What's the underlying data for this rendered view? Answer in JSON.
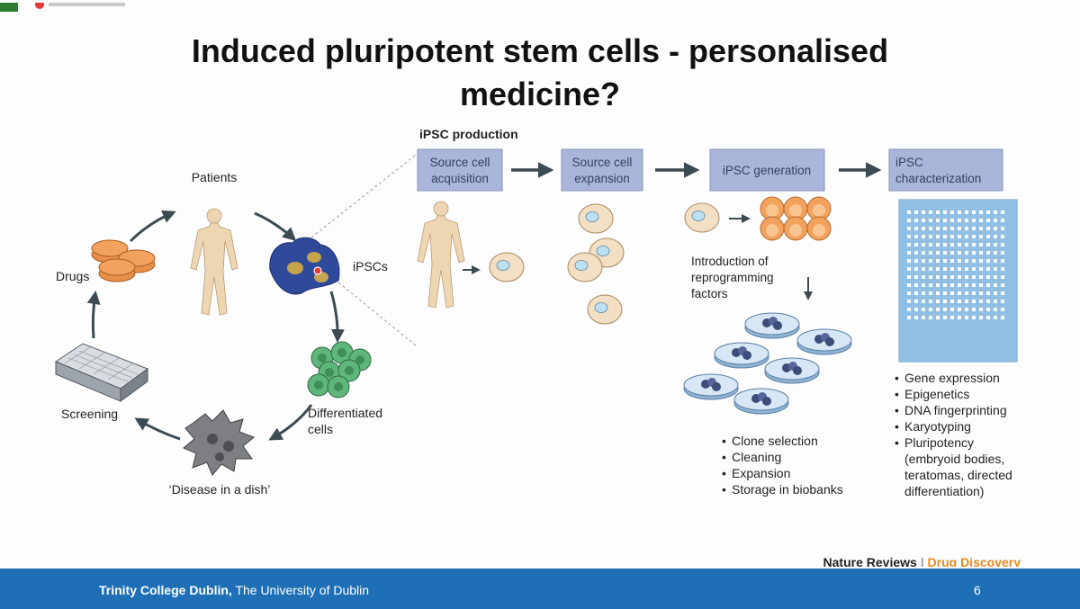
{
  "slide": {
    "title_line1": "Induced pluripotent stem cells - personalised",
    "title_line2": "medicine?",
    "footer_org_bold": "Trinity College Dublin,",
    "footer_org_rest": " The University of Dublin",
    "page_number": "6"
  },
  "cycle": {
    "patients": "Patients",
    "ipscs": "iPSCs",
    "differentiated_1": "Differentiated",
    "differentiated_2": "cells",
    "disease": "‘Disease in a dish’",
    "screening": "Screening",
    "drugs": "Drugs"
  },
  "production": {
    "header": "iPSC production",
    "steps": [
      {
        "line1": "Source cell",
        "line2": "acquisition"
      },
      {
        "line1": "Source cell",
        "line2": "expansion"
      },
      {
        "line1": "iPSC generation",
        "line2": ""
      },
      {
        "line1": "iPSC",
        "line2": "characterization"
      }
    ],
    "reprog_1": "Introduction of",
    "reprog_2": "reprogramming",
    "reprog_3": "factors",
    "clone_bullets": [
      "Clone selection",
      "Cleaning",
      "Expansion",
      "Storage in biobanks"
    ],
    "char_bullets": [
      "Gene expression",
      "Epigenetics",
      "DNA fingerprinting",
      "Karyotyping",
      "Pluripotency"
    ],
    "char_sub_1": "(embryoid bodies,",
    "char_sub_2": "teratomas, directed",
    "char_sub_3": "differentiation)"
  },
  "credit": {
    "journal": "Nature Reviews",
    "separator": " | ",
    "section": "Drug Discovery"
  },
  "colors": {
    "footer": "#1e6fb5",
    "step_box": "#aab6d9",
    "cell_fill": "#f3dfc3",
    "orange": "#f3a25e",
    "green": "#5fb67a",
    "ipsc_blue": "#2f4a9a",
    "credit_orange": "#e48a1f"
  }
}
